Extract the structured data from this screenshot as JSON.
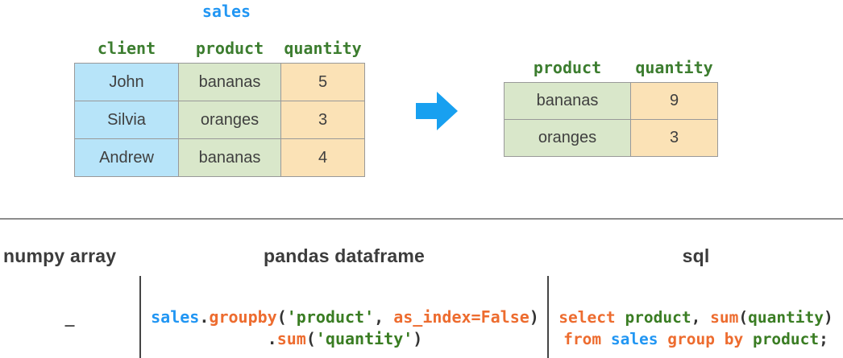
{
  "colors": {
    "accent-blue": "#2196f3",
    "arrow-blue": "#18a0f0",
    "header-green": "#3c7d2f",
    "code-green": "#3a7d23",
    "code-orange": "#ed6c2f",
    "code-dark": "#333333",
    "code-muted": "#4d4d4d",
    "cell-blue": "#b7e4f9",
    "cell-green": "#d9e7ca",
    "cell-orange": "#fbe2b6",
    "table-border": "#999999",
    "cell-text": "#3f3f3f",
    "label-dark": "#3c3c3c",
    "divider-gray": "#8c8c8c",
    "divider-dark": "#454545"
  },
  "diagram": {
    "title": "sales",
    "arrow_icon": "right-arrow",
    "source_table": {
      "headers": [
        "client",
        "product",
        "quantity"
      ],
      "rows": [
        [
          "John",
          "bananas",
          "5"
        ],
        [
          "Silvia",
          "oranges",
          "3"
        ],
        [
          "Andrew",
          "bananas",
          "4"
        ]
      ]
    },
    "result_table": {
      "headers": [
        "product",
        "quantity"
      ],
      "rows": [
        [
          "bananas",
          "9"
        ],
        [
          "oranges",
          "3"
        ]
      ]
    }
  },
  "comparison": {
    "columns": [
      {
        "label": "numpy array",
        "lines": [
          [
            {
              "t": "_",
              "c": "code-muted"
            }
          ]
        ]
      },
      {
        "label": "pandas dataframe",
        "lines": [
          [
            {
              "t": "sales",
              "c": "accent-blue"
            },
            {
              "t": ".",
              "c": "code-dark"
            },
            {
              "t": "groupby",
              "c": "code-orange"
            },
            {
              "t": "(",
              "c": "code-dark"
            },
            {
              "t": "'product'",
              "c": "code-green"
            },
            {
              "t": ", ",
              "c": "code-dark"
            },
            {
              "t": "as_index=False",
              "c": "code-orange"
            },
            {
              "t": ")",
              "c": "code-dark"
            }
          ],
          [
            {
              "t": ".",
              "c": "code-dark"
            },
            {
              "t": "sum",
              "c": "code-orange"
            },
            {
              "t": "(",
              "c": "code-dark"
            },
            {
              "t": "'quantity'",
              "c": "code-green"
            },
            {
              "t": ")",
              "c": "code-dark"
            }
          ]
        ]
      },
      {
        "label": "sql",
        "lines": [
          [
            {
              "t": "select",
              "c": "code-orange"
            },
            {
              "t": " ",
              "c": "code-dark"
            },
            {
              "t": "product",
              "c": "code-green"
            },
            {
              "t": ", ",
              "c": "code-dark"
            },
            {
              "t": "sum",
              "c": "code-orange"
            },
            {
              "t": "(",
              "c": "code-dark"
            },
            {
              "t": "quantity",
              "c": "code-green"
            },
            {
              "t": ")",
              "c": "code-dark"
            }
          ],
          [
            {
              "t": "from",
              "c": "code-orange"
            },
            {
              "t": " ",
              "c": "code-dark"
            },
            {
              "t": "sales",
              "c": "accent-blue"
            },
            {
              "t": " ",
              "c": "code-dark"
            },
            {
              "t": "group by",
              "c": "code-orange"
            },
            {
              "t": " ",
              "c": "code-dark"
            },
            {
              "t": "product",
              "c": "code-green"
            },
            {
              "t": ";",
              "c": "code-dark"
            }
          ]
        ]
      }
    ]
  }
}
